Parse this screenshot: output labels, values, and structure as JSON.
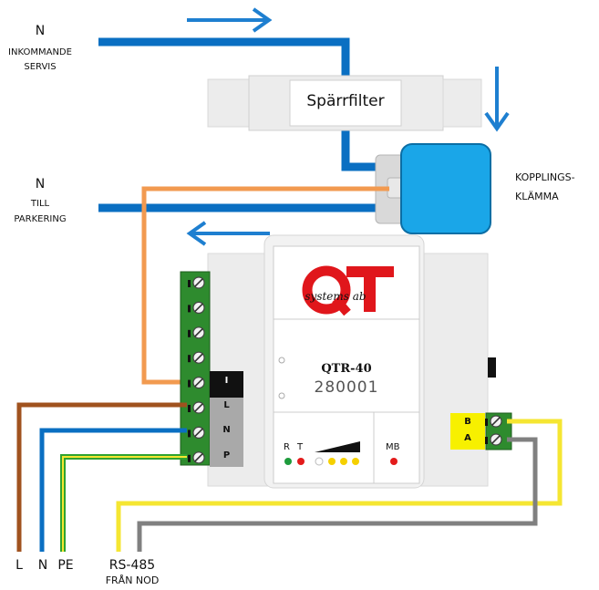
{
  "labels": {
    "incoming_n": "N",
    "incoming_line1": "INKOMMANDE",
    "incoming_line2": "SERVIS",
    "outgoing_n": "N",
    "outgoing_line1": "TILL",
    "outgoing_line2": "PARKERING",
    "filter": "Spärrfilter",
    "clamp_line1": "KOPPLINGS-",
    "clamp_line2": "KLÄMMA"
  },
  "device": {
    "logo_text": "systems ab",
    "logo_letters": "QT",
    "model": "QTR-40",
    "serial": "280001",
    "led_r": "R",
    "led_t": "T",
    "mb": "MB"
  },
  "terminal_labels": [
    "I",
    "L",
    "N",
    "P"
  ],
  "bus_labels": [
    "B",
    "A"
  ],
  "bottom": {
    "l": "L",
    "n": "N",
    "pe": "PE",
    "rs485": "RS-485",
    "from_node": "FRÅN NOD"
  },
  "colors": {
    "neutral_wire": "#0a6fc2",
    "arrow": "#1e7fd0",
    "line_wire": "#a0521e",
    "control_wire": "#f29a50",
    "pe_green": "#2fa32f",
    "pe_yellow": "#f5e632",
    "rs485_a": "#808080",
    "rs485_b": "#f5e632",
    "clamp": "#1aa6e8",
    "terminal_block": "#2e8b2e",
    "logo_red": "#e0161b"
  }
}
